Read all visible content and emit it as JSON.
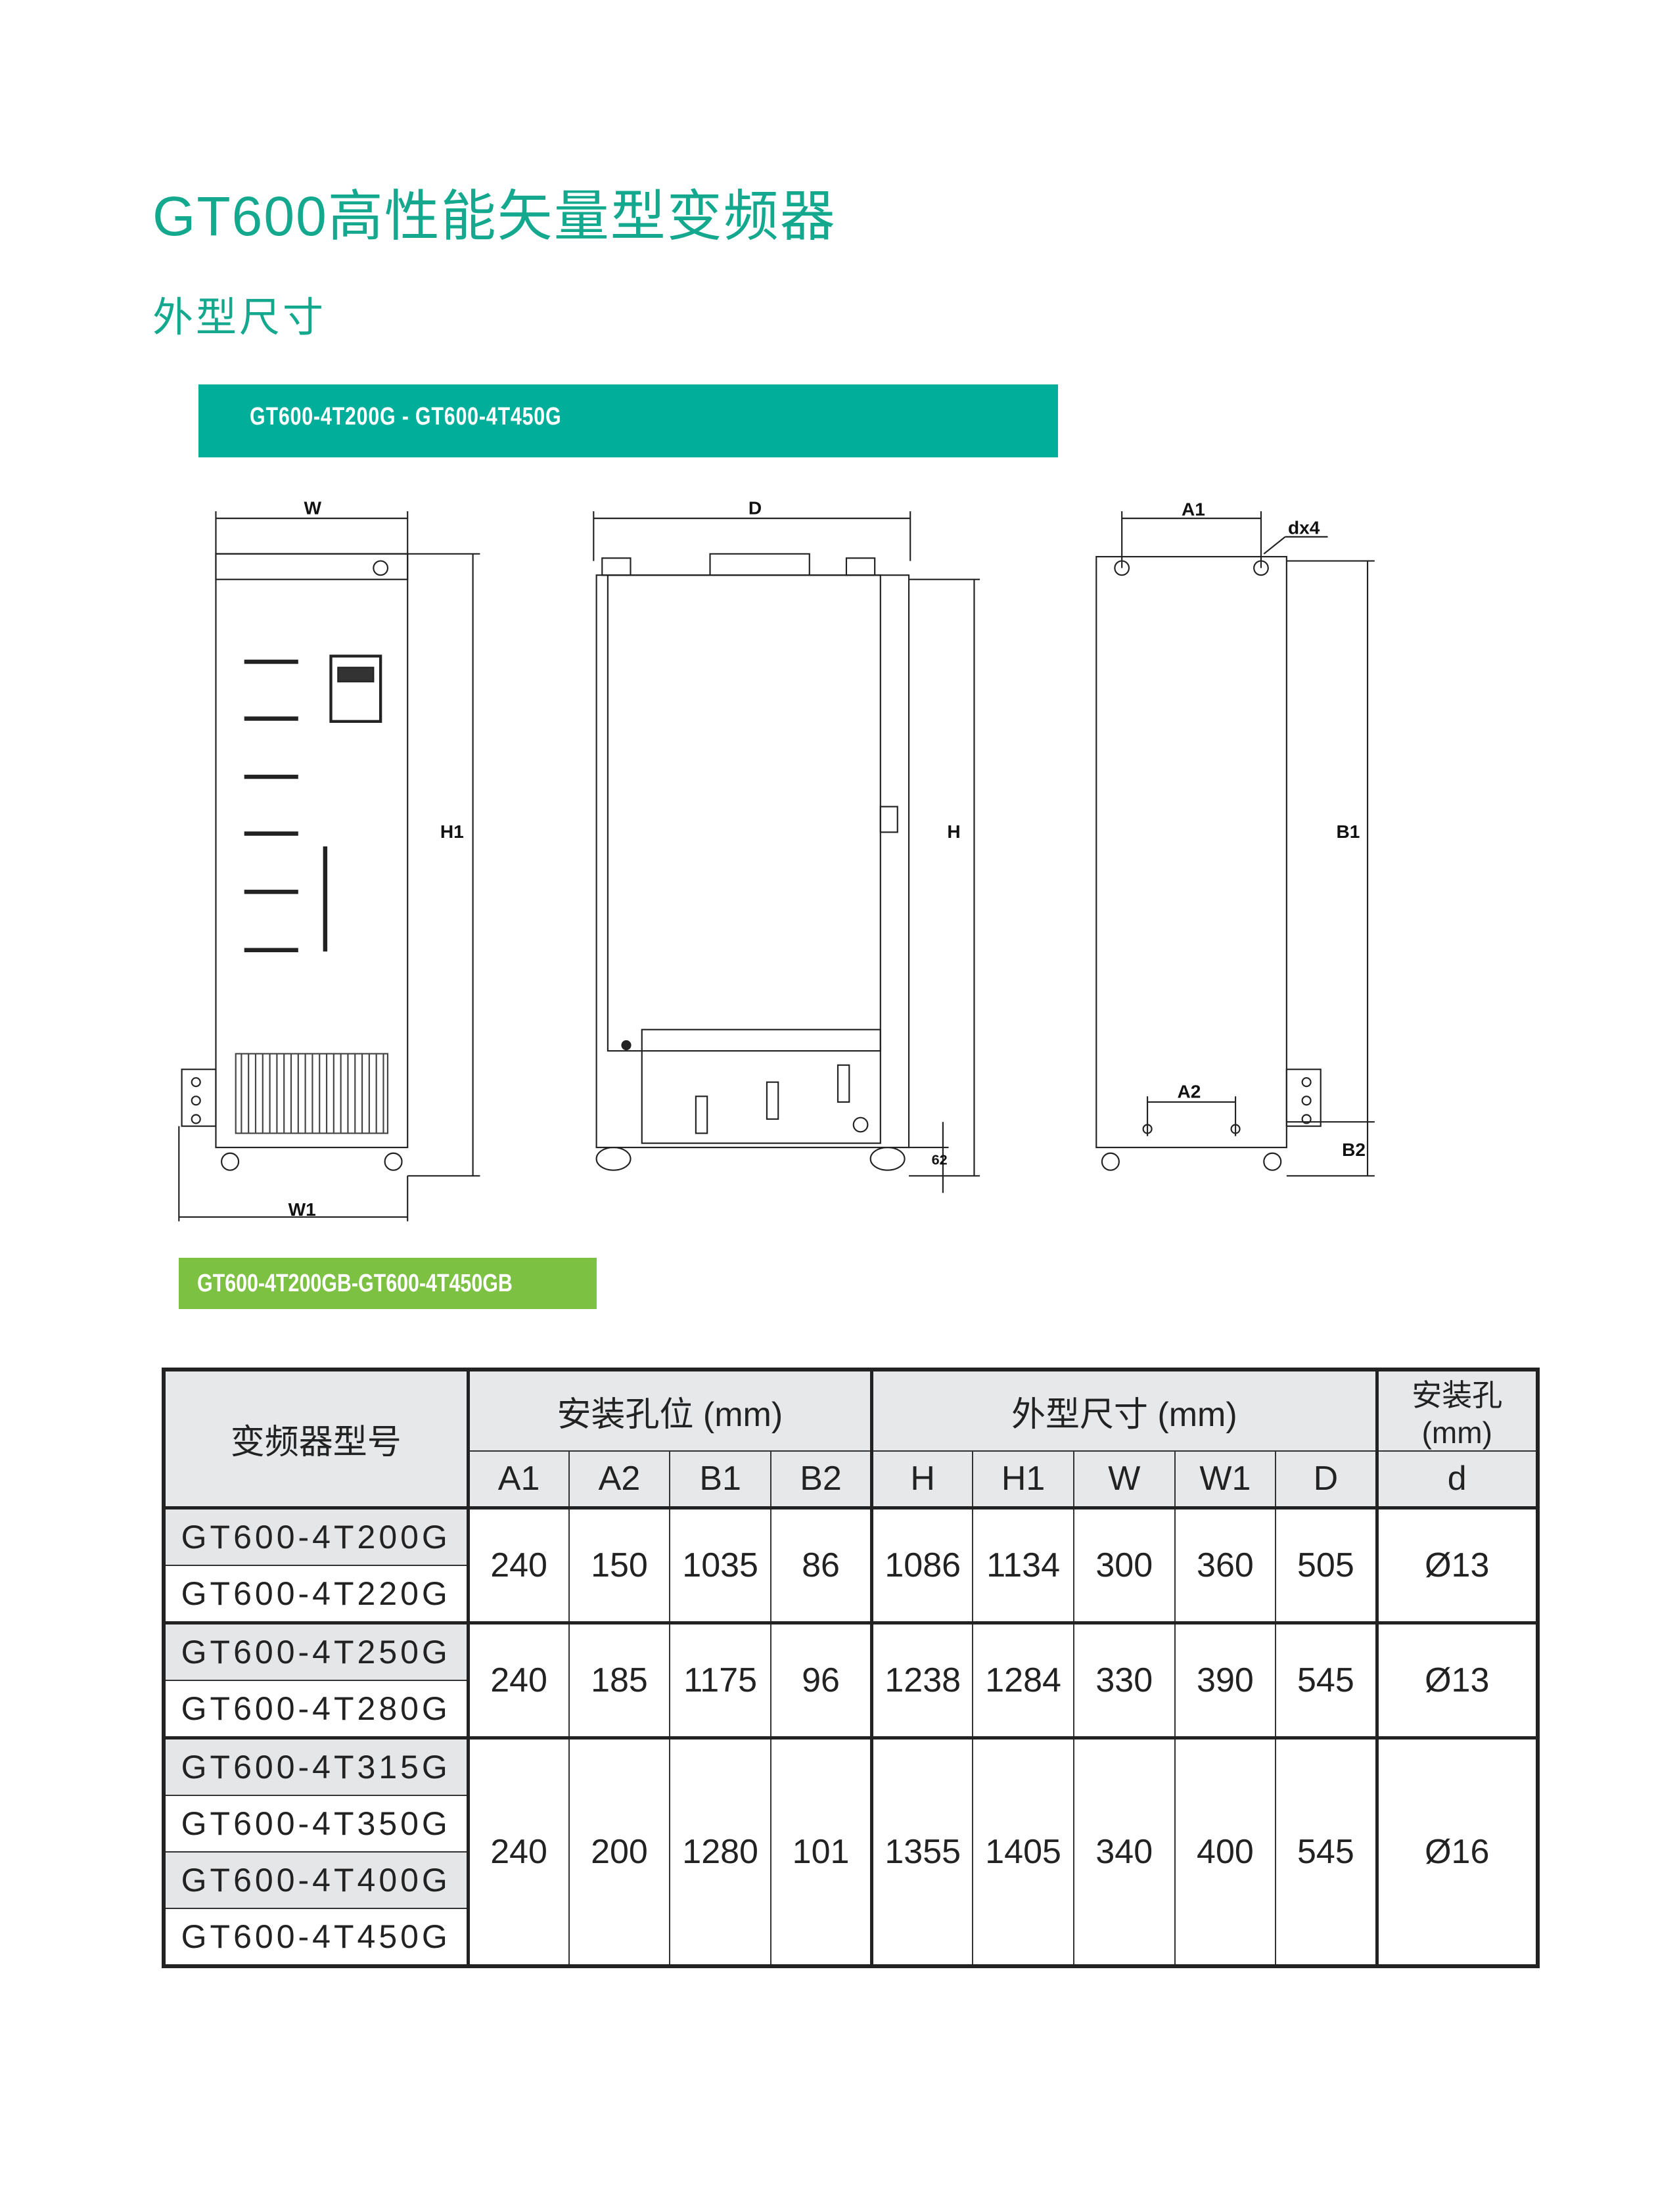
{
  "title": "GT600高性能矢量型变频器",
  "subtitle": "外型尺寸",
  "series_band": "GT600-4T200G - GT600-4T450G",
  "series_band_b": "GT600-4T200GB-GT600-4T450GB",
  "drawing_labels": {
    "W": "W",
    "W1": "W1",
    "H1": "H1",
    "D": "D",
    "H": "H",
    "h62": "62",
    "A1": "A1",
    "dx4": "dx4",
    "B1": "B1",
    "A2": "A2",
    "B2": "B2"
  },
  "table": {
    "model_header": "变频器型号",
    "group_mount": "安装孔位 (mm)",
    "group_outline": "外型尺寸 (mm)",
    "group_hole": "安装孔 (mm)",
    "columns": [
      "A1",
      "A2",
      "B1",
      "B2",
      "H",
      "H1",
      "W",
      "W1",
      "D",
      "d"
    ],
    "groups": [
      {
        "models": [
          "GT600-4T200G",
          "GT600-4T220G"
        ],
        "values": [
          "240",
          "150",
          "1035",
          "86",
          "1086",
          "1134",
          "300",
          "360",
          "505",
          "Ø13"
        ]
      },
      {
        "models": [
          "GT600-4T250G",
          "GT600-4T280G"
        ],
        "values": [
          "240",
          "185",
          "1175",
          "96",
          "1238",
          "1284",
          "330",
          "390",
          "545",
          "Ø13"
        ]
      },
      {
        "models": [
          "GT600-4T315G",
          "GT600-4T350G",
          "GT600-4T400G",
          "GT600-4T450G"
        ],
        "values": [
          "240",
          "200",
          "1280",
          "101",
          "1355",
          "1405",
          "340",
          "400",
          "545",
          "Ø16"
        ]
      }
    ]
  }
}
